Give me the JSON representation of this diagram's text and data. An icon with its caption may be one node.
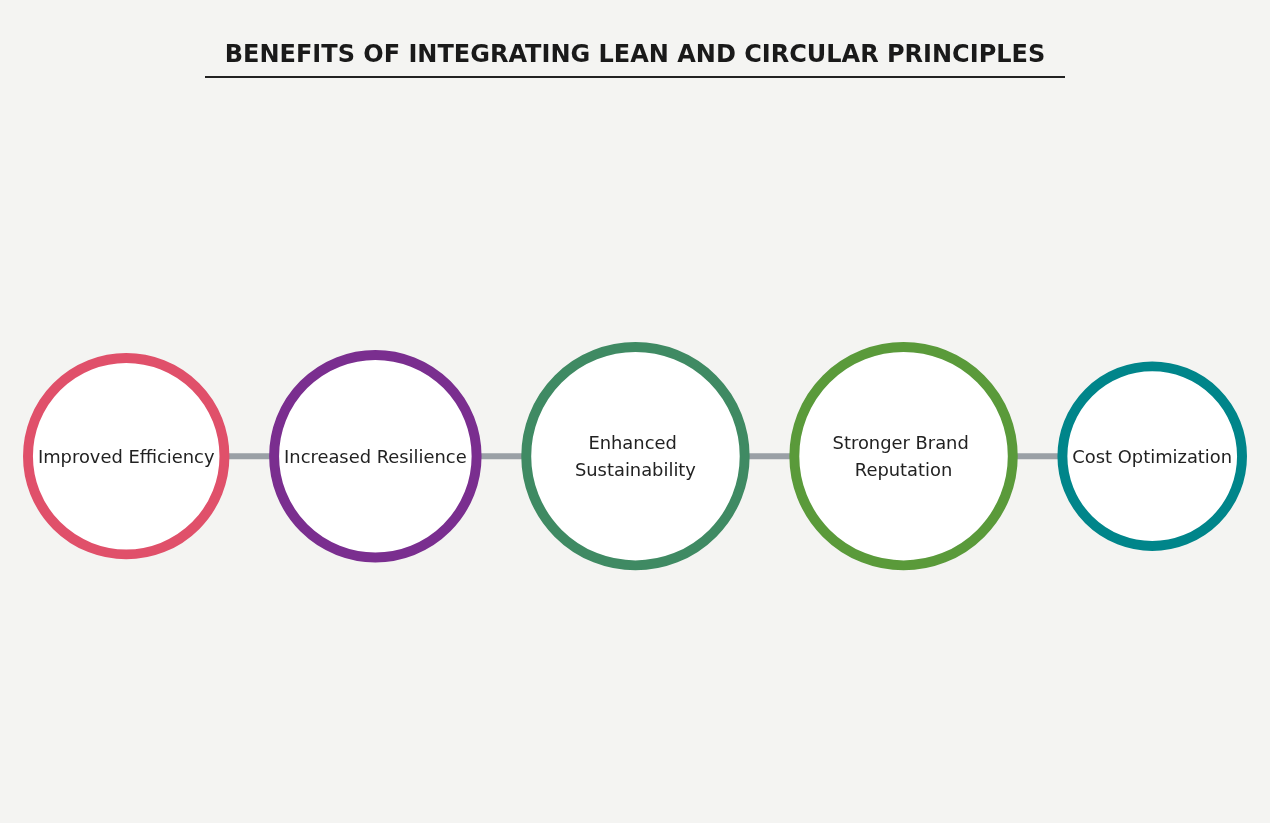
{
  "diagram": {
    "title": "BENEFITS OF INTEGRATING LEAN AND CIRCULAR PRINCIPLES",
    "nodes": [
      {
        "text": [
          "Improved Efficiency"
        ]
      },
      {
        "text": [
          "Increased Resilience"
        ]
      },
      {
        "text": [
          "Enhanced Sustainability"
        ]
      },
      {
        "text": [
          "Stronger Brand Reputation"
        ]
      },
      {
        "text": [
          "Cost Optimization"
        ]
      }
    ],
    "edges": [
      {
        "from": 0,
        "to": 1,
        "arrow": "none"
      },
      {
        "from": 1,
        "to": 2,
        "arrow": "none"
      },
      {
        "from": 2,
        "to": 3,
        "arrow": "none"
      },
      {
        "from": 3,
        "to": 4,
        "arrow": "none"
      }
    ]
  }
}
